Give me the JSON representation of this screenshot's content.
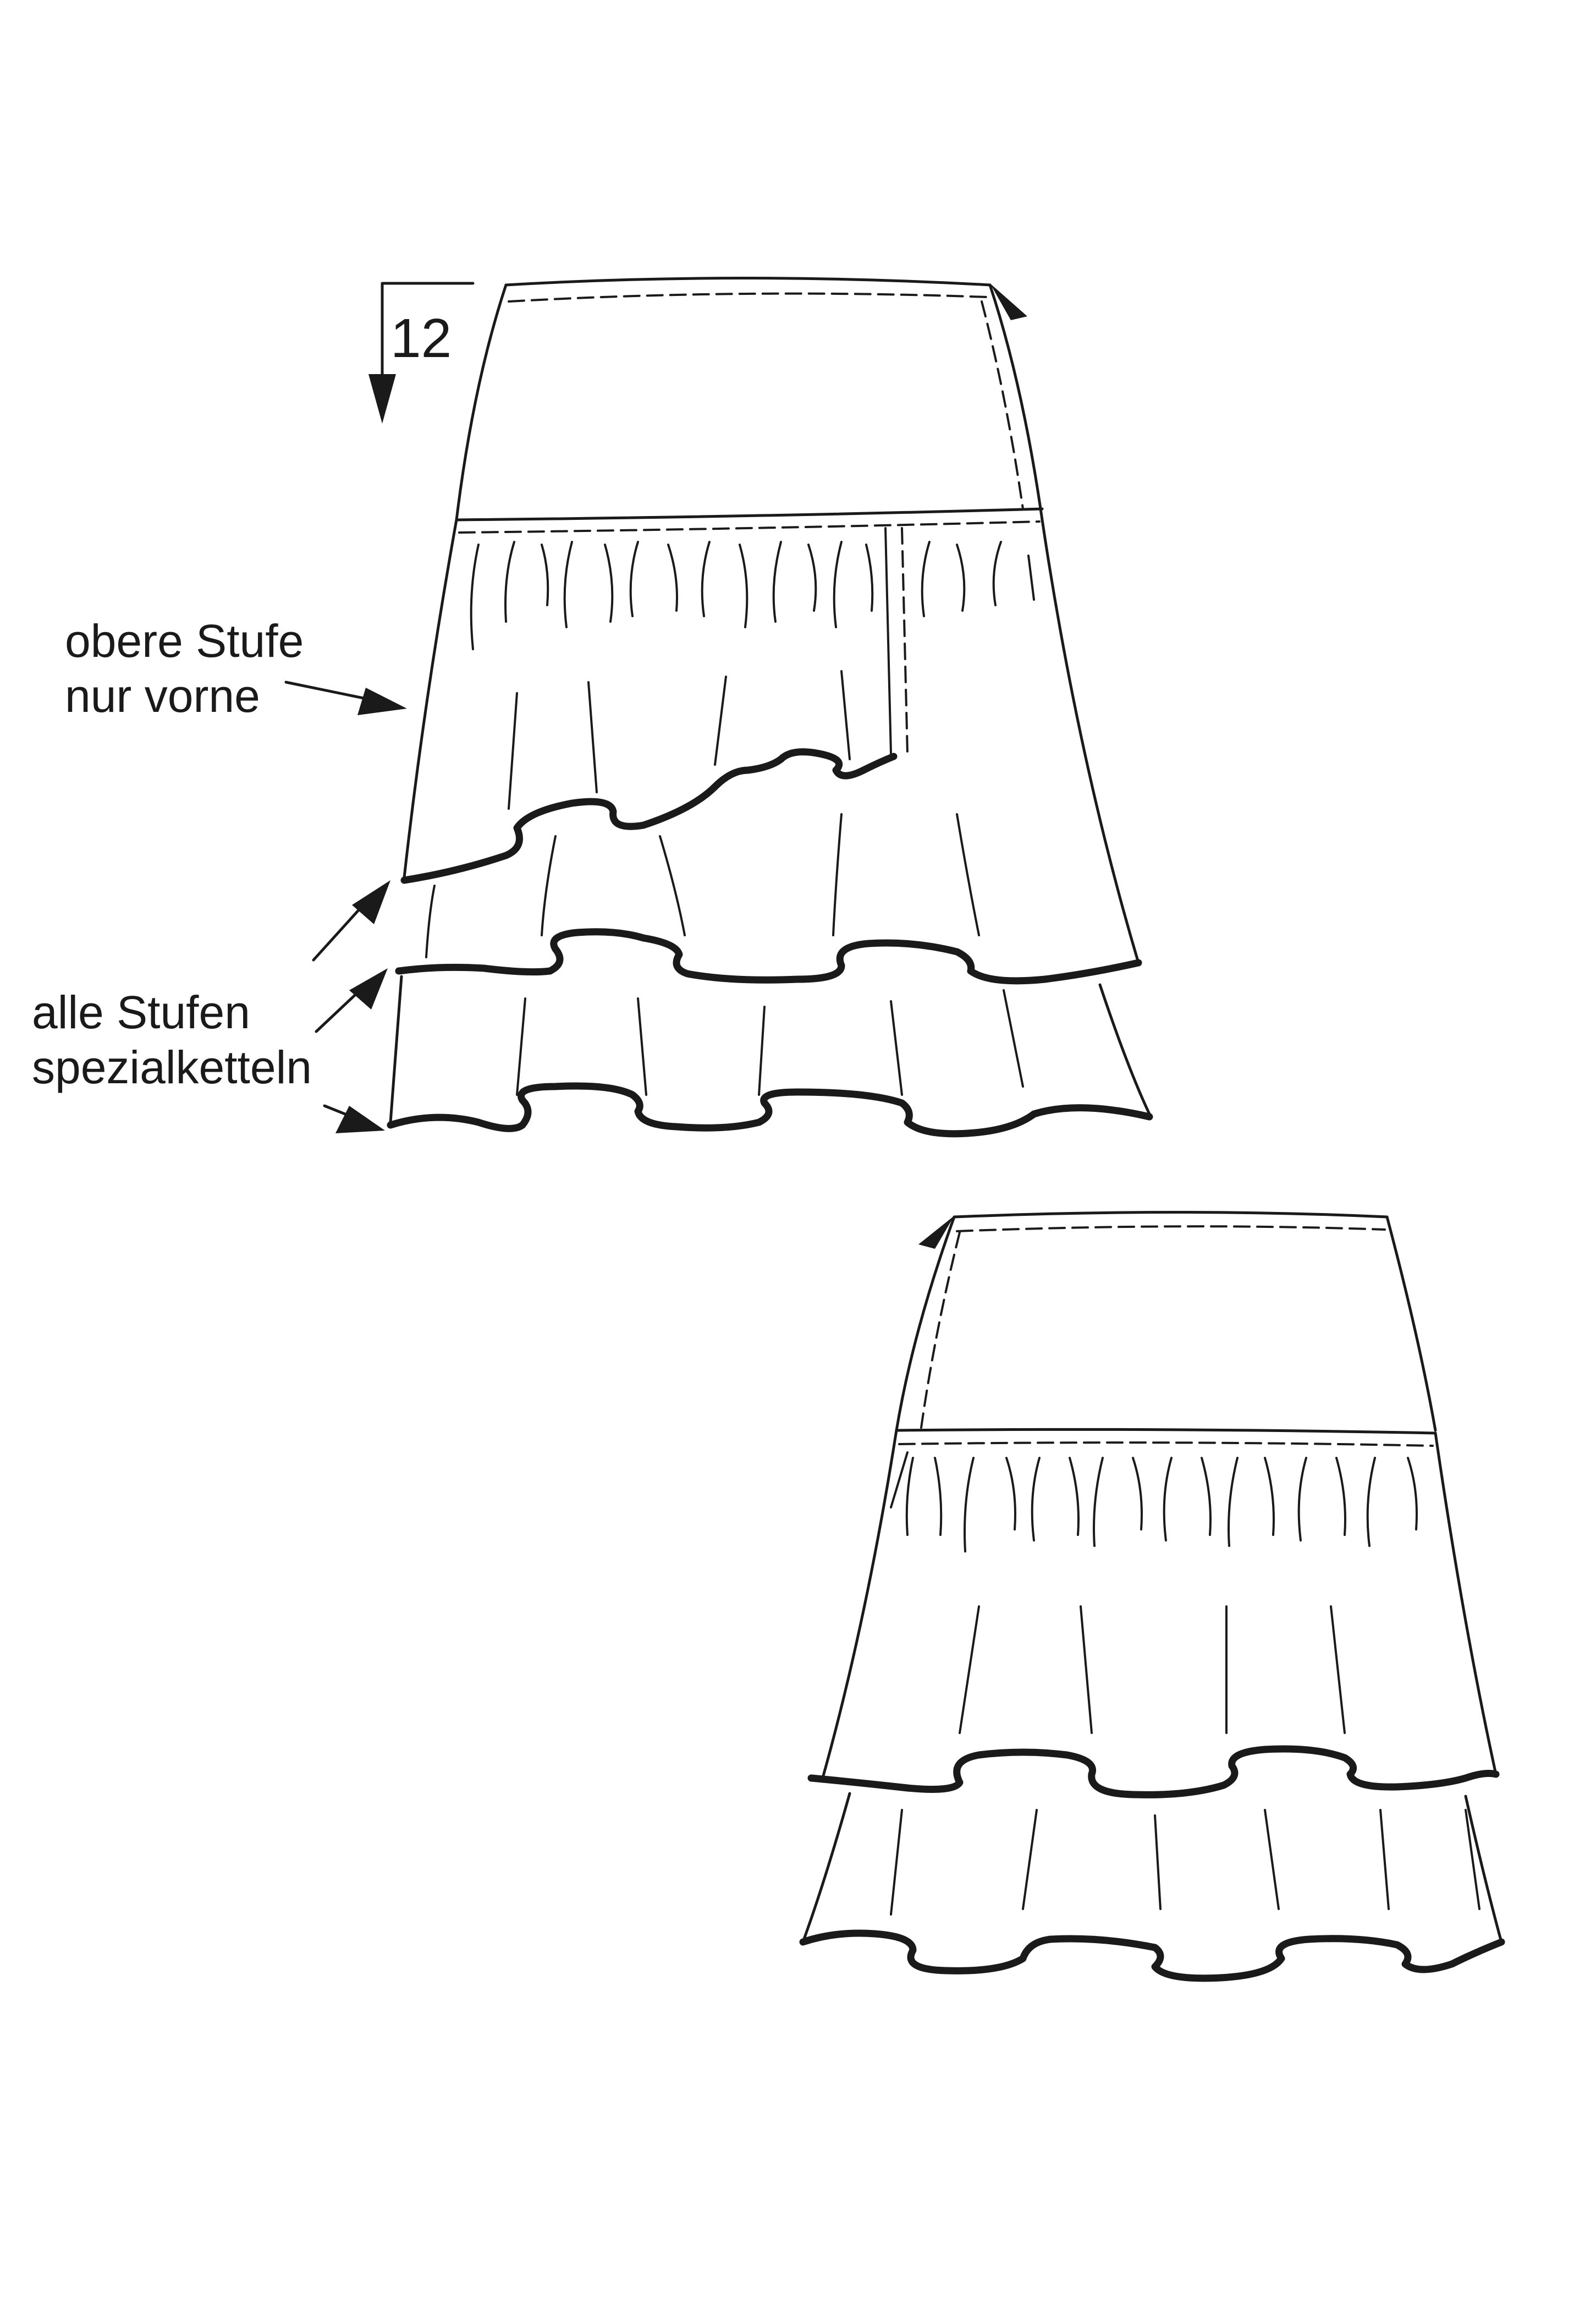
{
  "annotations": {
    "seam_number": "12",
    "upper_tier_line1": "obere Stufe",
    "upper_tier_line2": "nur vorne",
    "all_tiers_line1": "alle Stufen",
    "all_tiers_line2": "spezialketteln"
  },
  "figures": [
    {
      "view": "front"
    },
    {
      "view": "back"
    }
  ],
  "colors": {
    "line": "#1a1a1a",
    "background": "#ffffff"
  }
}
